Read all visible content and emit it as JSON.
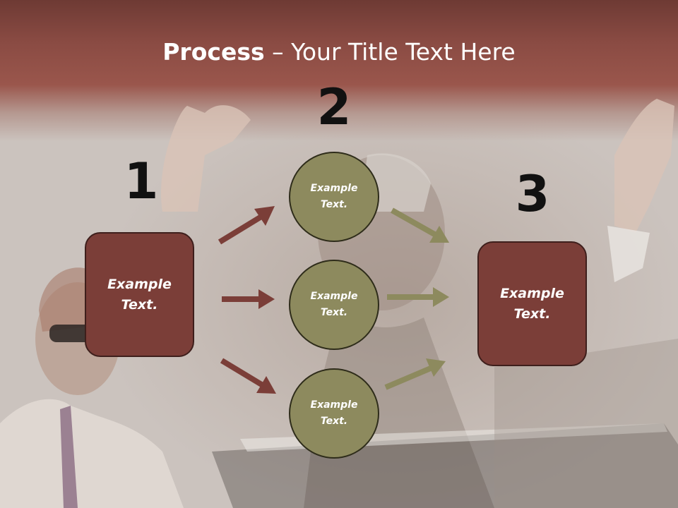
{
  "title": {
    "bold": "Process",
    "rest": " – Your Title Text Here"
  },
  "steps": {
    "one": "1",
    "two": "2",
    "three": "3"
  },
  "boxes": {
    "left": "Example\nText.",
    "right": "Example\nText."
  },
  "circles": {
    "top": "Example\nText.",
    "middle": "Example\nText.",
    "bottom": "Example\nText."
  },
  "colors": {
    "title_band": "#8a4b43",
    "box_fill": "#7b3e38",
    "circle_fill": "#8d8a5e",
    "arrow_left": "#7b3e38",
    "arrow_right": "#8d8a5e"
  }
}
